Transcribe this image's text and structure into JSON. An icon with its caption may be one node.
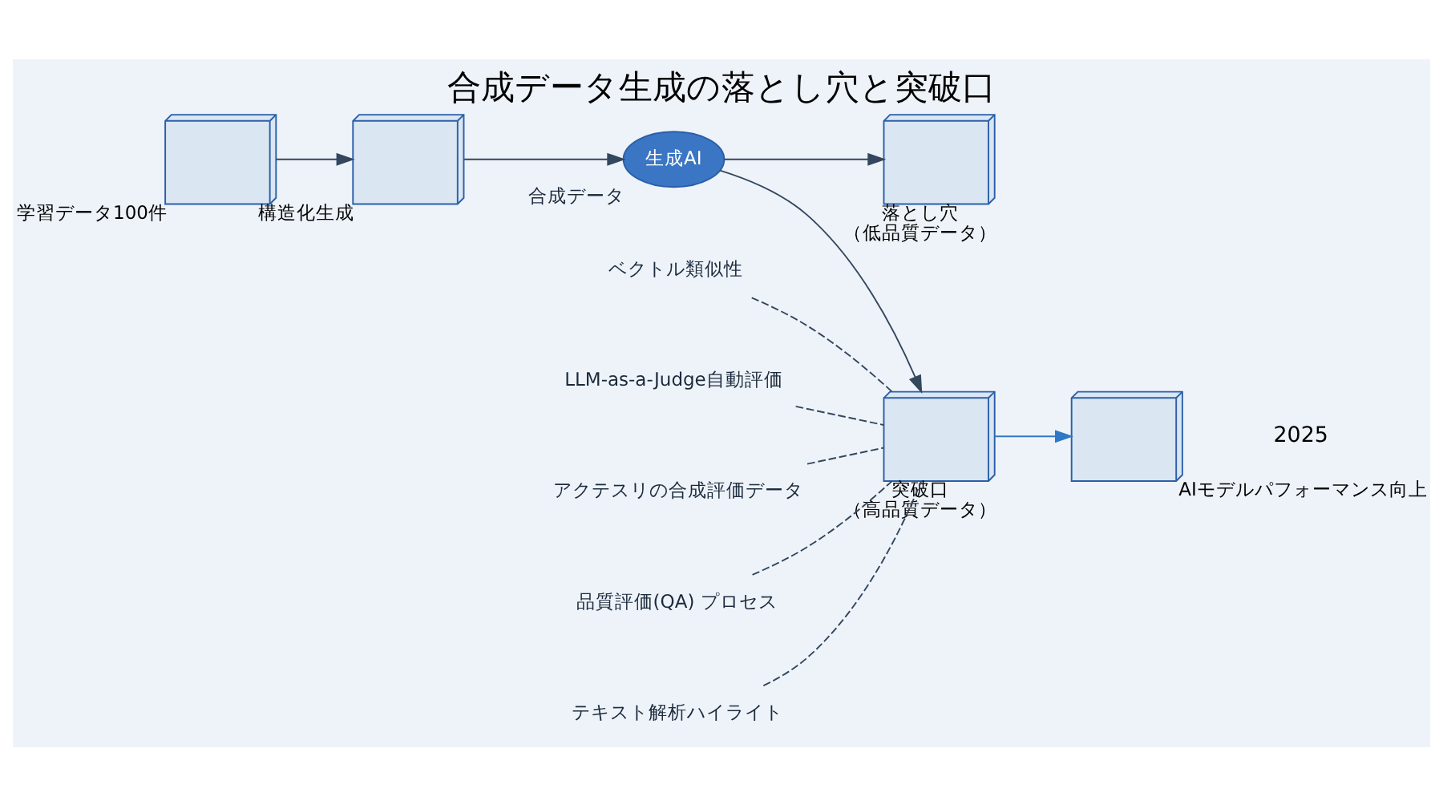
{
  "diagram": {
    "title": "合成データ生成の落とし穴と突破口",
    "nodes": [
      {
        "text": [],
        "shape": "picture",
        "beside": [
          "学習データ100件"
        ]
      },
      {
        "text": [],
        "shape": "picture",
        "beside": [
          "構造化生成"
        ]
      },
      {
        "text": [
          "生成AI"
        ],
        "beside": [
          "合成データ"
        ]
      },
      {
        "text": [],
        "shape": "picture",
        "beside": [
          "落とし穴",
          "（低品質データ）"
        ]
      },
      {
        "text": [],
        "shape": "picture",
        "beside": [
          "突破口",
          "（高品質データ）"
        ]
      },
      {
        "text": [],
        "shape": "picture",
        "beside": [
          "AIモデルパフォーマンス向上"
        ]
      },
      {
        "text": [
          "ベクトル類似性"
        ]
      },
      {
        "text": [
          "LLM-as-a-Judge自動評価"
        ]
      },
      {
        "text": [
          "アクテスリの合成評価データ"
        ]
      },
      {
        "text": [
          "品質評価(QA) プロセス"
        ]
      },
      {
        "text": [
          "テキスト解析ハイライト"
        ]
      }
    ],
    "edges": [
      {
        "from": 0,
        "to": 1,
        "arrow": "to"
      },
      {
        "from": 1,
        "to": 2,
        "arrow": "to"
      },
      {
        "from": 2,
        "to": 3,
        "arrow": "to"
      },
      {
        "from": 2,
        "to": 4,
        "arrow": "to"
      },
      {
        "from": 4,
        "to": 5,
        "arrow": "to",
        "color": "#2f78c4"
      },
      {
        "from": 6,
        "to": 4,
        "arrow": "none",
        "style": "dashed"
      },
      {
        "from": 7,
        "to": 4,
        "arrow": "none",
        "style": "dashed"
      },
      {
        "from": 8,
        "to": 4,
        "arrow": "none",
        "style": "dashed"
      },
      {
        "from": 9,
        "to": 4,
        "arrow": "none",
        "style": "dashed"
      },
      {
        "from": 10,
        "to": 4,
        "arrow": "none",
        "style": "dashed"
      }
    ],
    "labels": [
      "2025"
    ]
  }
}
